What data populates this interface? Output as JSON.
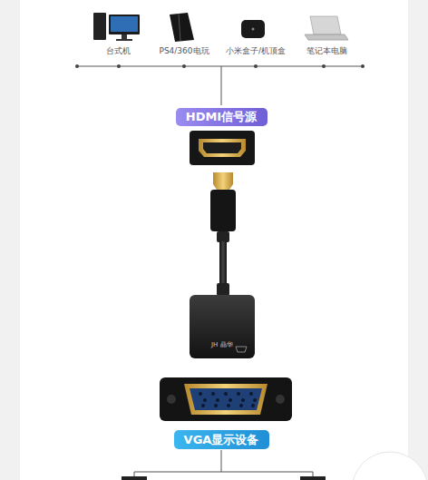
{
  "diagram": {
    "nodes": [
      {
        "text": [
          "HDMI信号源"
        ]
      },
      {
        "text": [
          "JH 晶华"
        ]
      },
      {
        "text": [
          "VGA显示设备"
        ]
      }
    ],
    "labels": [
      "台式机",
      "PS4/360电玩",
      "小米盒子/机顶盒",
      "笔记本电脑"
    ]
  }
}
